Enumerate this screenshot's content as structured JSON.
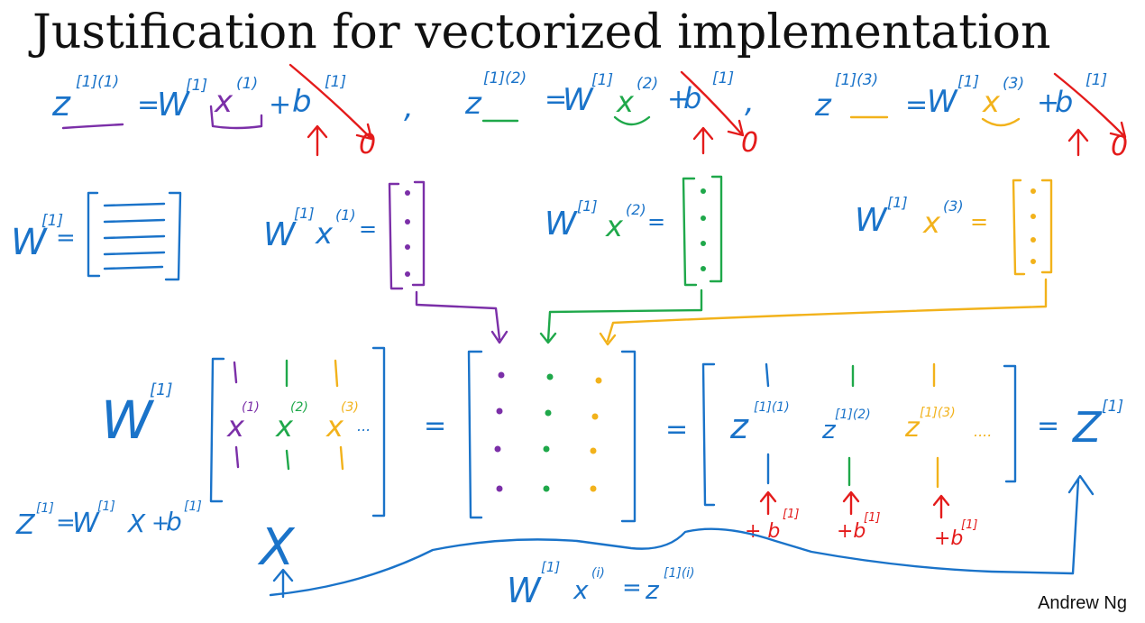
{
  "slide": {
    "title": "Justification for vectorized implementation",
    "author": "Andrew Ng"
  },
  "colors": {
    "blue": "#1a73c9",
    "purple": "#7b2fa8",
    "green": "#1fa84a",
    "orange": "#f2b21b",
    "red": "#e41b1b",
    "black": "#111111"
  },
  "equations": {
    "z1": {
      "lhs": "z",
      "lhs_sup": "[1](1)",
      "eq": "=",
      "w": "W",
      "w_sup": "[1]",
      "x": "x",
      "x_sup": "(1)",
      "plus": "+",
      "b": "b",
      "b_sup": "[1]",
      "zero": "0"
    },
    "z2": {
      "lhs": "z",
      "lhs_sup": "[1](2)",
      "eq": "=",
      "w": "W",
      "w_sup": "[1]",
      "x": "x",
      "x_sup": "(2)",
      "plus": "+",
      "b": "b",
      "b_sup": "[1]",
      "zero": "0"
    },
    "z3": {
      "lhs": "z",
      "lhs_sup": "[1](3)",
      "eq": "=",
      "w": "W",
      "w_sup": "[1]",
      "x": "x",
      "x_sup": "(3)",
      "plus": "+",
      "b": "b",
      "b_sup": "[1]",
      "zero": "0"
    },
    "comma": ","
  },
  "matrices": {
    "w_def": {
      "w": "W",
      "sup": "[1]",
      "eq": "="
    },
    "wx1": {
      "w": "W",
      "w_sup": "[1]",
      "x": "x",
      "x_sup": "(1)",
      "eq": "="
    },
    "wx2": {
      "w": "W",
      "w_sup": "[1]",
      "x": "x",
      "x_sup": "(2)",
      "eq": "="
    },
    "wx3": {
      "w": "W",
      "w_sup": "[1]",
      "x": "x",
      "x_sup": "(3)",
      "eq": "="
    }
  },
  "big": {
    "w": "W",
    "w_sup": "[1]",
    "x1": "x",
    "x1_sup": "(1)",
    "x2": "x",
    "x2_sup": "(2)",
    "x3": "x",
    "x3_sup": "(3)",
    "dots": "...",
    "eq1": "=",
    "eq2": "=",
    "z1": "z",
    "z1_sup": "[1](1)",
    "z2": "z",
    "z2_sup": "[1](2)",
    "z3": "z",
    "z3_sup": "[1](3)",
    "zdots": "....",
    "eq3": "=",
    "Z": "Z",
    "Z_sup": "[1]",
    "X": "X",
    "plus_b1": "+ b",
    "plus_b1_sup": "[1]",
    "plus_b2": "+b",
    "plus_b2_sup": "[1]",
    "plus_b3": "+b",
    "plus_b3_sup": "[1]"
  },
  "side": {
    "z": "Z",
    "z_sup": "[1]",
    "eq": "=",
    "w": "W",
    "w_sup": "[1]",
    "x": "X",
    "plus": "+",
    "b": "b",
    "b_sup": "[1]"
  },
  "bottom": {
    "w": "W",
    "w_sup": "[1]",
    "x": "x",
    "x_sup": "(i)",
    "eq": "=",
    "z": "z",
    "z_sup": "[1](i)"
  }
}
